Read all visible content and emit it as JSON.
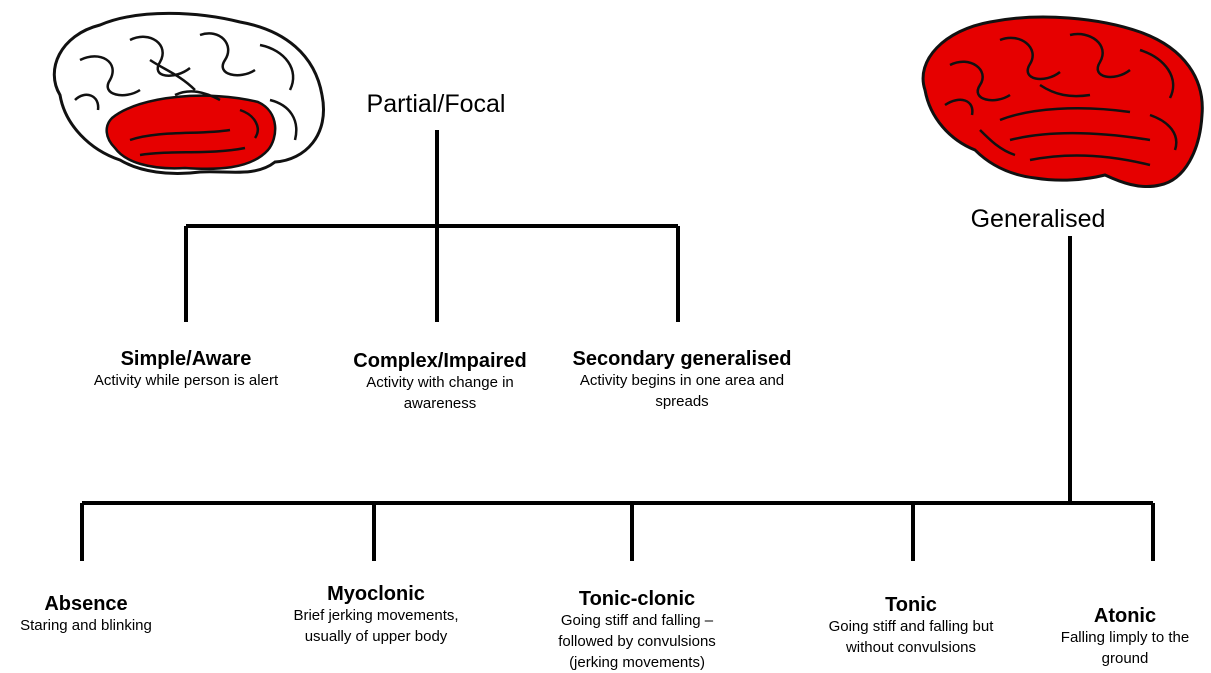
{
  "colors": {
    "brain_fill": "#e60000",
    "line": "#000000",
    "brain_outline": "#111111"
  },
  "partial": {
    "label": "Partial/Focal",
    "brain_icon": "brain-partial-icon",
    "children": [
      {
        "title": "Simple/Aware",
        "desc": "Activity while person is alert"
      },
      {
        "title": "Complex/Impaired",
        "desc": "Activity with change in awareness"
      },
      {
        "title": "Secondary generalised",
        "desc": "Activity begins in one area and spreads"
      }
    ]
  },
  "generalised": {
    "label": "Generalised",
    "brain_icon": "brain-generalised-icon",
    "children": [
      {
        "title": "Absence",
        "desc": "Staring and blinking"
      },
      {
        "title": "Myoclonic",
        "desc": "Brief jerking movements, usually of upper body"
      },
      {
        "title": "Tonic-clonic",
        "desc": "Going stiff and falling – followed by convulsions (jerking movements)"
      },
      {
        "title": "Tonic",
        "desc": "Going stiff and falling but without convulsions"
      },
      {
        "title": "Atonic",
        "desc": "Falling limply to the ground"
      }
    ]
  }
}
